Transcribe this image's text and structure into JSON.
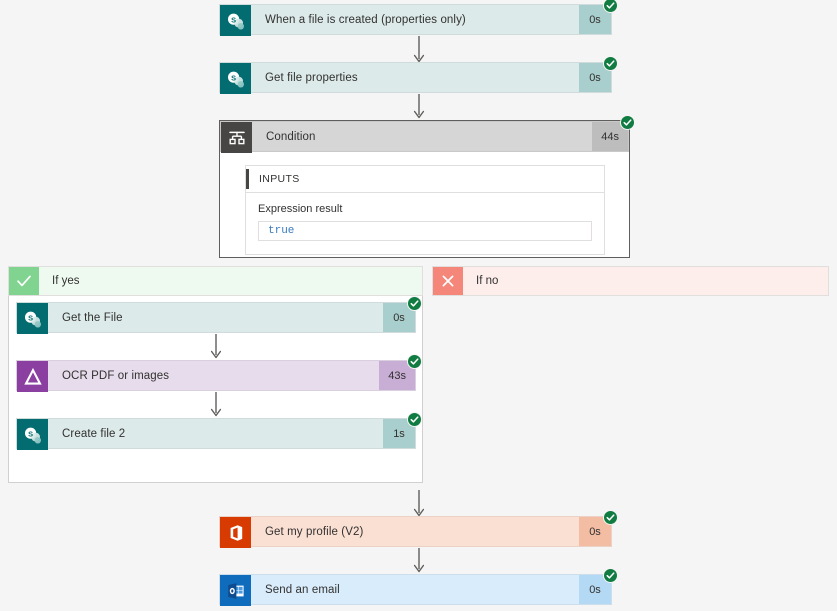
{
  "flow": {
    "background_color": "#f5f5f5",
    "status_color": "#107c41"
  },
  "nodes": [
    {
      "id": "when-a-file-is-created",
      "title": "When a file is created (properties only)",
      "duration": "0s",
      "icon": "sharepoint-icon",
      "status": "succeeded"
    },
    {
      "id": "get-file-properties",
      "title": "Get file properties",
      "duration": "0s",
      "icon": "sharepoint-icon",
      "status": "succeeded"
    },
    {
      "id": "condition",
      "title": "Condition",
      "duration": "44s",
      "icon": "condition-icon",
      "status": "succeeded"
    },
    {
      "id": "get-the-file",
      "title": "Get the File",
      "duration": "0s",
      "icon": "sharepoint-icon",
      "status": "succeeded"
    },
    {
      "id": "ocr-pdf-or-images",
      "title": "OCR PDF or images",
      "duration": "43s",
      "icon": "ocr-triangle-icon",
      "status": "succeeded"
    },
    {
      "id": "create-file-2",
      "title": "Create file 2",
      "duration": "1s",
      "icon": "sharepoint-icon",
      "status": "succeeded"
    },
    {
      "id": "get-my-profile-v2",
      "title": "Get my profile (V2)",
      "duration": "0s",
      "icon": "office365-icon",
      "status": "succeeded"
    },
    {
      "id": "send-an-email",
      "title": "Send an email",
      "duration": "0s",
      "icon": "outlook-icon",
      "status": "succeeded"
    }
  ],
  "condition_details": {
    "inputs_header": "INPUTS",
    "expression_label": "Expression result",
    "expression_value": "true"
  },
  "branches": {
    "yes": {
      "label": "If yes",
      "icon": "checkmark-icon",
      "accent": "#81d490"
    },
    "no": {
      "label": "If no",
      "icon": "cross-icon",
      "accent": "#f4877a"
    }
  }
}
